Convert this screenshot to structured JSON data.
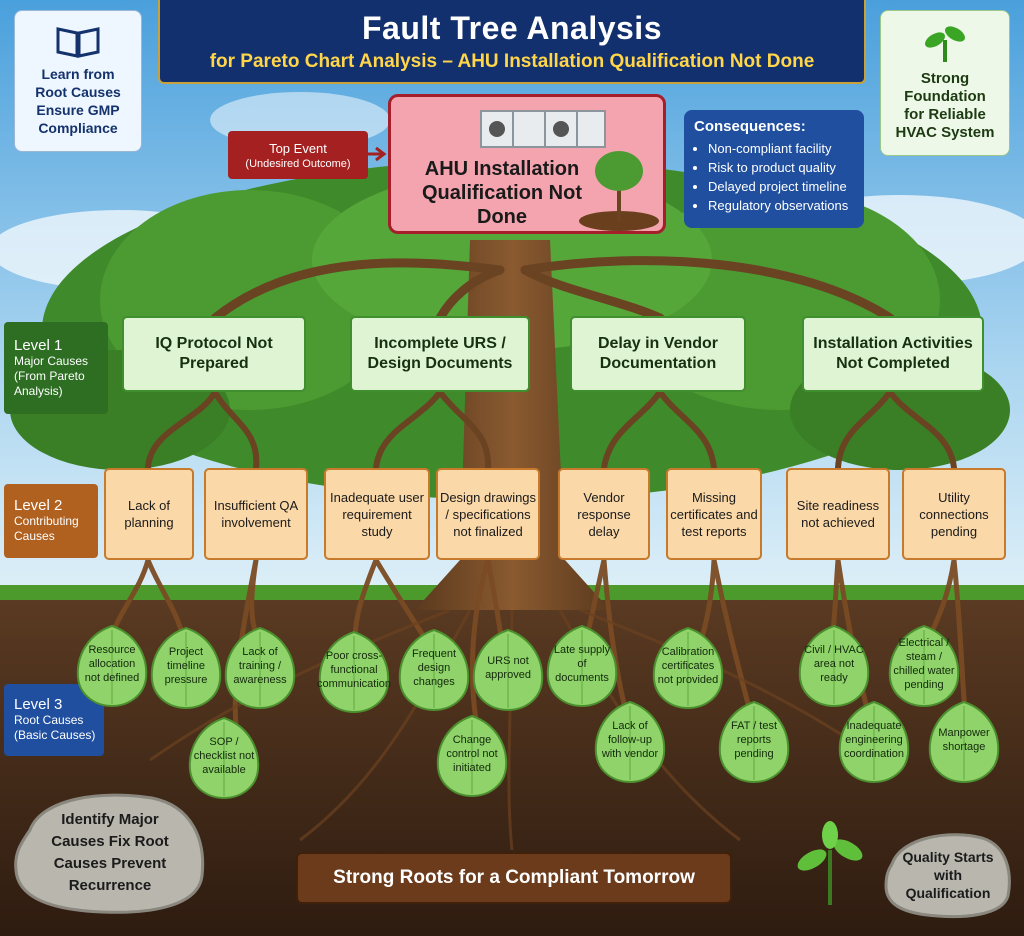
{
  "title": "Fault Tree Analysis",
  "subtitle": "for Pareto Chart Analysis – AHU Installation Qualification Not Done",
  "left_card": {
    "icon": "book-icon",
    "text": "Learn from Root Causes Ensure GMP Compliance"
  },
  "right_card": {
    "icon": "sprout-icon",
    "text": "Strong Foundation for Reliable HVAC System"
  },
  "top_event_tag": {
    "label": "Top Event",
    "sub": "(Undesired Outcome)"
  },
  "top_event": "AHU Installation Qualification Not Done",
  "consequences": {
    "heading": "Consequences:",
    "items": [
      "Non-compliant facility",
      "Risk to product quality",
      "Delayed project timeline",
      "Regulatory observations"
    ]
  },
  "levels": {
    "l1": {
      "name": "Level 1",
      "desc": "Major Causes (From Pareto Analysis)"
    },
    "l2": {
      "name": "Level 2",
      "desc": "Contributing Causes"
    },
    "l3": {
      "name": "Level 3",
      "desc": "Root Causes (Basic Causes)"
    }
  },
  "major_causes": [
    "IQ Protocol Not Prepared",
    "Incomplete URS / Design Documents",
    "Delay in Vendor Documentation",
    "Installation Activities Not Completed"
  ],
  "contributing_causes": [
    "Lack of planning",
    "Insufficient QA involvement",
    "Inadequate user requirement study",
    "Design drawings / specifications not finalized",
    "Vendor response delay",
    "Missing certificates and test reports",
    "Site readiness not achieved",
    "Utility connections pending"
  ],
  "root_causes": [
    "Resource allocation not defined",
    "Project timeline pressure",
    "Lack of training / awareness",
    "SOP / checklist not available",
    "Poor cross-functional communication",
    "Frequent design changes",
    "URS not approved",
    "Change control not initiated",
    "Late supply of documents",
    "Lack of follow-up with vendor",
    "Calibration certificates not provided",
    "FAT / test reports pending",
    "Civil / HVAC area not ready",
    "Inadequate engineering coordination",
    "Electrical / steam / chilled water pending",
    "Manpower shortage"
  ],
  "stone_left": "Identify Major Causes Fix Root Causes Prevent Recurrence",
  "stone_right": "Quality Starts with Qualification",
  "banner": "Strong Roots for a Compliant Tomorrow",
  "colors": {
    "title_bg": "#13306e",
    "subtitle": "#ffd54a",
    "top_border": "#a51f2a",
    "level1": "#3f8f2f",
    "level2": "#c77a2c",
    "level3": "#1f4f9e",
    "leaf": "#8fd36a"
  }
}
